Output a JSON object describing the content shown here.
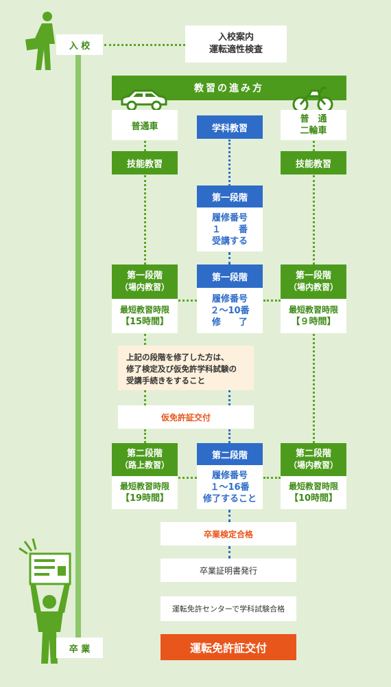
{
  "enroll": {
    "label": "入 校",
    "info_line1": "入校案内",
    "info_line2": "運転適性検査"
  },
  "graduate": {
    "label": "卒 業"
  },
  "header": {
    "title": "教習の進み方"
  },
  "columns": {
    "car": {
      "title": "普通車"
    },
    "academic": {
      "title": "学科教習"
    },
    "moto": {
      "title_line1": "普　通",
      "title_line2": "二輪車"
    }
  },
  "skill_label": "技能教習",
  "academic_stage1_first": {
    "title": "第一段階",
    "line1": "履修番号",
    "line2": "１　　番",
    "line3": "受講する"
  },
  "car_stage1": {
    "title": "第一段階",
    "sub": "（場内教習）",
    "min_label": "最短教習時限",
    "min_value": "【15時間】"
  },
  "academic_stage1": {
    "title": "第一段階",
    "line1": "履修番号",
    "line2": "２～10番",
    "line3": "修　　了"
  },
  "moto_stage1": {
    "title": "第一段階",
    "sub": "（場内教習）",
    "min_label": "最短教習時限",
    "min_value": "【９時間】"
  },
  "note": {
    "line1": "上記の段階を修了した方は、",
    "line2": "修了検定及び仮免許学科試験の",
    "line3": "受講手続きをすること"
  },
  "provisional": {
    "label": "仮免許証交付"
  },
  "car_stage2": {
    "title": "第二段階",
    "sub": "（路上教習）",
    "min_label": "最短教習時限",
    "min_value": "【19時間】"
  },
  "academic_stage2": {
    "title": "第二段階",
    "line1": "履修番号",
    "line2": "１～16番",
    "line3": "修了すること"
  },
  "moto_stage2": {
    "title": "第二段階",
    "sub": "（場内教習）",
    "min_label": "最短教習時限",
    "min_value": "【10時間】"
  },
  "steps": {
    "graduation_exam": "卒業検定合格",
    "certificate": "卒業証明書発行",
    "license_center": "運転免許センターで学科試験合格",
    "license_issue": "運転免許証交付"
  },
  "colors": {
    "green": "#4d9b1d",
    "blue": "#2e6cc8",
    "orange": "#e8561c",
    "cream": "#fdf0dc",
    "background": "#e2efd6"
  }
}
